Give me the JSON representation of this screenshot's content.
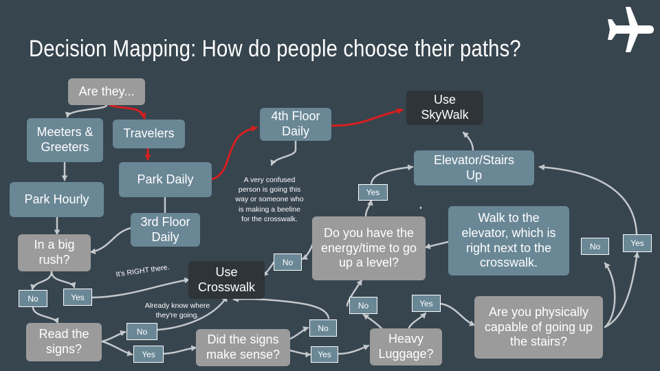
{
  "title": "Decision Mapping: How do people choose their paths?",
  "icon": "airplane-icon",
  "colors": {
    "background": "#37454f",
    "blue_node": "#6a8796",
    "gray_node": "#9b9b9b",
    "dark_node": "#2f3438",
    "connector": "#c4c9cc",
    "highlight_path": "#d81e1e"
  },
  "nodes": {
    "are_they": "Are they...",
    "meeters_greeters": "Meeters & Greeters",
    "travelers": "Travelers",
    "park_daily": "Park Daily",
    "park_hourly": "Park Hourly",
    "third_floor_daily": "3rd Floor Daily",
    "fourth_floor_daily": "4th Floor Daily",
    "use_skywalk": "Use SkyWalk",
    "elevator_stairs_up": "Elevator/Stairs Up",
    "in_a_big_rush": "In a big rush?",
    "use_crosswalk": "Use Crosswalk",
    "energy_question": "Do you have the energy/time to go up a level?",
    "walk_to_elevator": "Walk to the elevator, which is right next to the crosswalk.",
    "read_signs": "Read the signs?",
    "signs_sense": "Did the signs make sense?",
    "heavy_luggage": "Heavy Luggage?",
    "physically_capable": "Are you physically capable of going up the stairs?"
  },
  "tags": {
    "yes_energy": "Yes",
    "no_energy": "No",
    "no_walk": "No",
    "yes_capable": "Yes",
    "no_rush": "No",
    "yes_rush": "Yes",
    "no_read": "No",
    "yes_read": "Yes",
    "no_sense": "No",
    "yes_sense": "Yes",
    "no_luggage": "No",
    "yes_luggage": "Yes"
  },
  "notes": {
    "confused": "A very confused person is going this way or someone who is making a beeline for the crosswalk.",
    "right_there": "It's RIGHT there.",
    "already_know": "Already know where they're going."
  }
}
